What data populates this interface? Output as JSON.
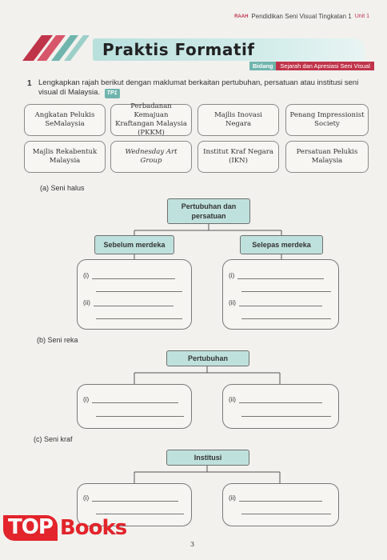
{
  "header": {
    "logo": "RAAH",
    "running_title": "Pendidikan Seni Visual Tingkatan 1",
    "unit": "Unit 1"
  },
  "banner": {
    "title": "Praktis Formatif",
    "bidang_label": "Bidang",
    "bidang_value": "Sejarah dan Apresiasi Seni Visual"
  },
  "question": {
    "number": "1",
    "text": "Lengkapkan rajah berikut dengan maklumat berkaitan pertubuhan, persatuan atau institusi seni visual di Malaysia.",
    "tp_badge": "TP1"
  },
  "options": [
    "Angkatan Pelukis SeMalaysia",
    "Perbadanan Kemajuan Kraftangan Malaysia (PKKM)",
    "Majlis Inovasi Negara",
    "Penang Impressionist Society",
    "Majlis Rekabentuk Malaysia",
    "Wednesday Art Group",
    "Institut Kraf Negara (IKN)",
    "Persatuan Pelukis Malaysia"
  ],
  "section_a": {
    "label": "(a)  Seni halus",
    "root": "Pertubuhan dan persatuan",
    "left_branch": "Sebelum merdeka",
    "right_branch": "Selepas merdeka",
    "items": [
      "(i)",
      "(ii)"
    ]
  },
  "section_b": {
    "label": "(b)  Seni reka",
    "root": "Pertubuhan",
    "items": [
      "(i)",
      "(ii)"
    ]
  },
  "section_c": {
    "label": "(c)  Seni kraf",
    "root": "Institusi",
    "items": [
      "(i)",
      "(ii)"
    ]
  },
  "page_number": "3",
  "watermark": {
    "top": "TOP",
    "books": "Books"
  },
  "colors": {
    "teal": "#bfe1dd",
    "accent": "#c0344a",
    "watermark_red": "#e2242b"
  }
}
